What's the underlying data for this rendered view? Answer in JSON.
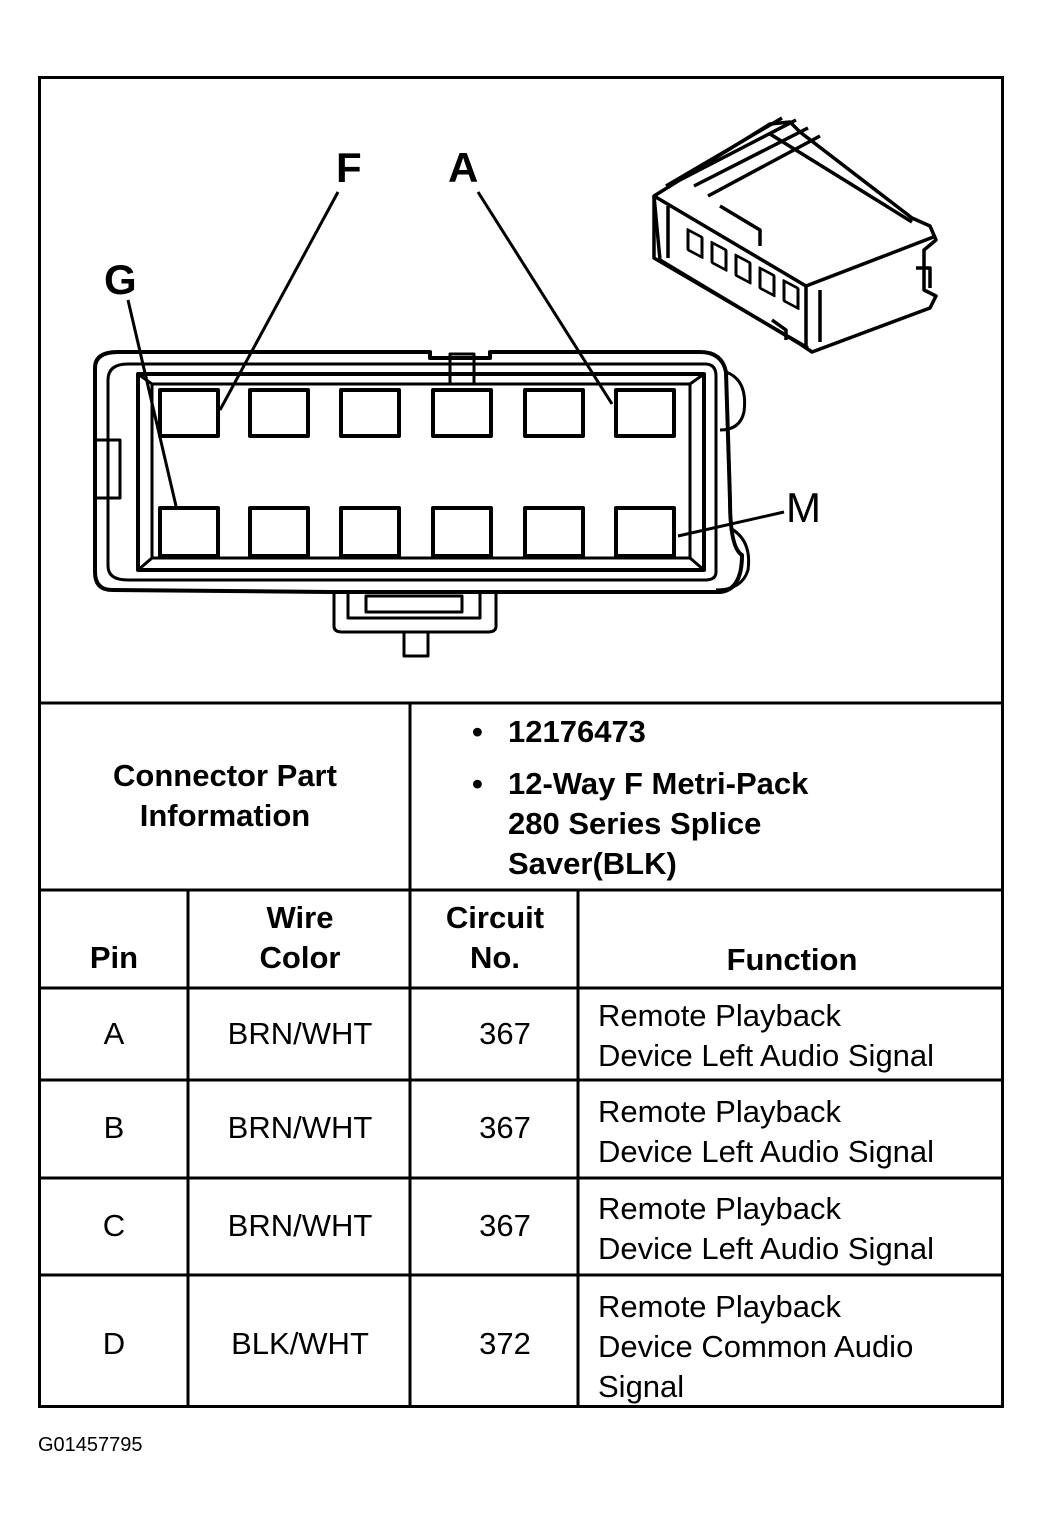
{
  "diagram": {
    "pin_labels": {
      "f": "F",
      "a": "A",
      "g": "G",
      "m": "M"
    }
  },
  "connector_info": {
    "label": "Connector Part Information",
    "label_line1": "Connector Part",
    "label_line2": "Information",
    "part_number": "12176473",
    "description_line1": "12-Way F Metri-Pack",
    "description_line2": "280 Series Splice",
    "description_line3": "Saver(BLK)",
    "bullet": "•"
  },
  "table": {
    "headers": {
      "pin": "Pin",
      "wire_color_line1": "Wire",
      "wire_color_line2": "Color",
      "circuit_line1": "Circuit",
      "circuit_line2": "No.",
      "function": "Function"
    },
    "rows": [
      {
        "pin": "A",
        "wire_color": "BRN/WHT",
        "circuit": "367",
        "function_line1": "Remote Playback",
        "function_line2": "Device Left Audio Signal",
        "function_line3": ""
      },
      {
        "pin": "B",
        "wire_color": "BRN/WHT",
        "circuit": "367",
        "function_line1": "Remote Playback",
        "function_line2": "Device Left Audio Signal",
        "function_line3": ""
      },
      {
        "pin": "C",
        "wire_color": "BRN/WHT",
        "circuit": "367",
        "function_line1": "Remote Playback",
        "function_line2": "Device Left Audio Signal",
        "function_line3": ""
      },
      {
        "pin": "D",
        "wire_color": "BLK/WHT",
        "circuit": "372",
        "function_line1": "Remote Playback",
        "function_line2": "Device Common Audio",
        "function_line3": "Signal"
      }
    ]
  },
  "figure_id": "G01457795"
}
